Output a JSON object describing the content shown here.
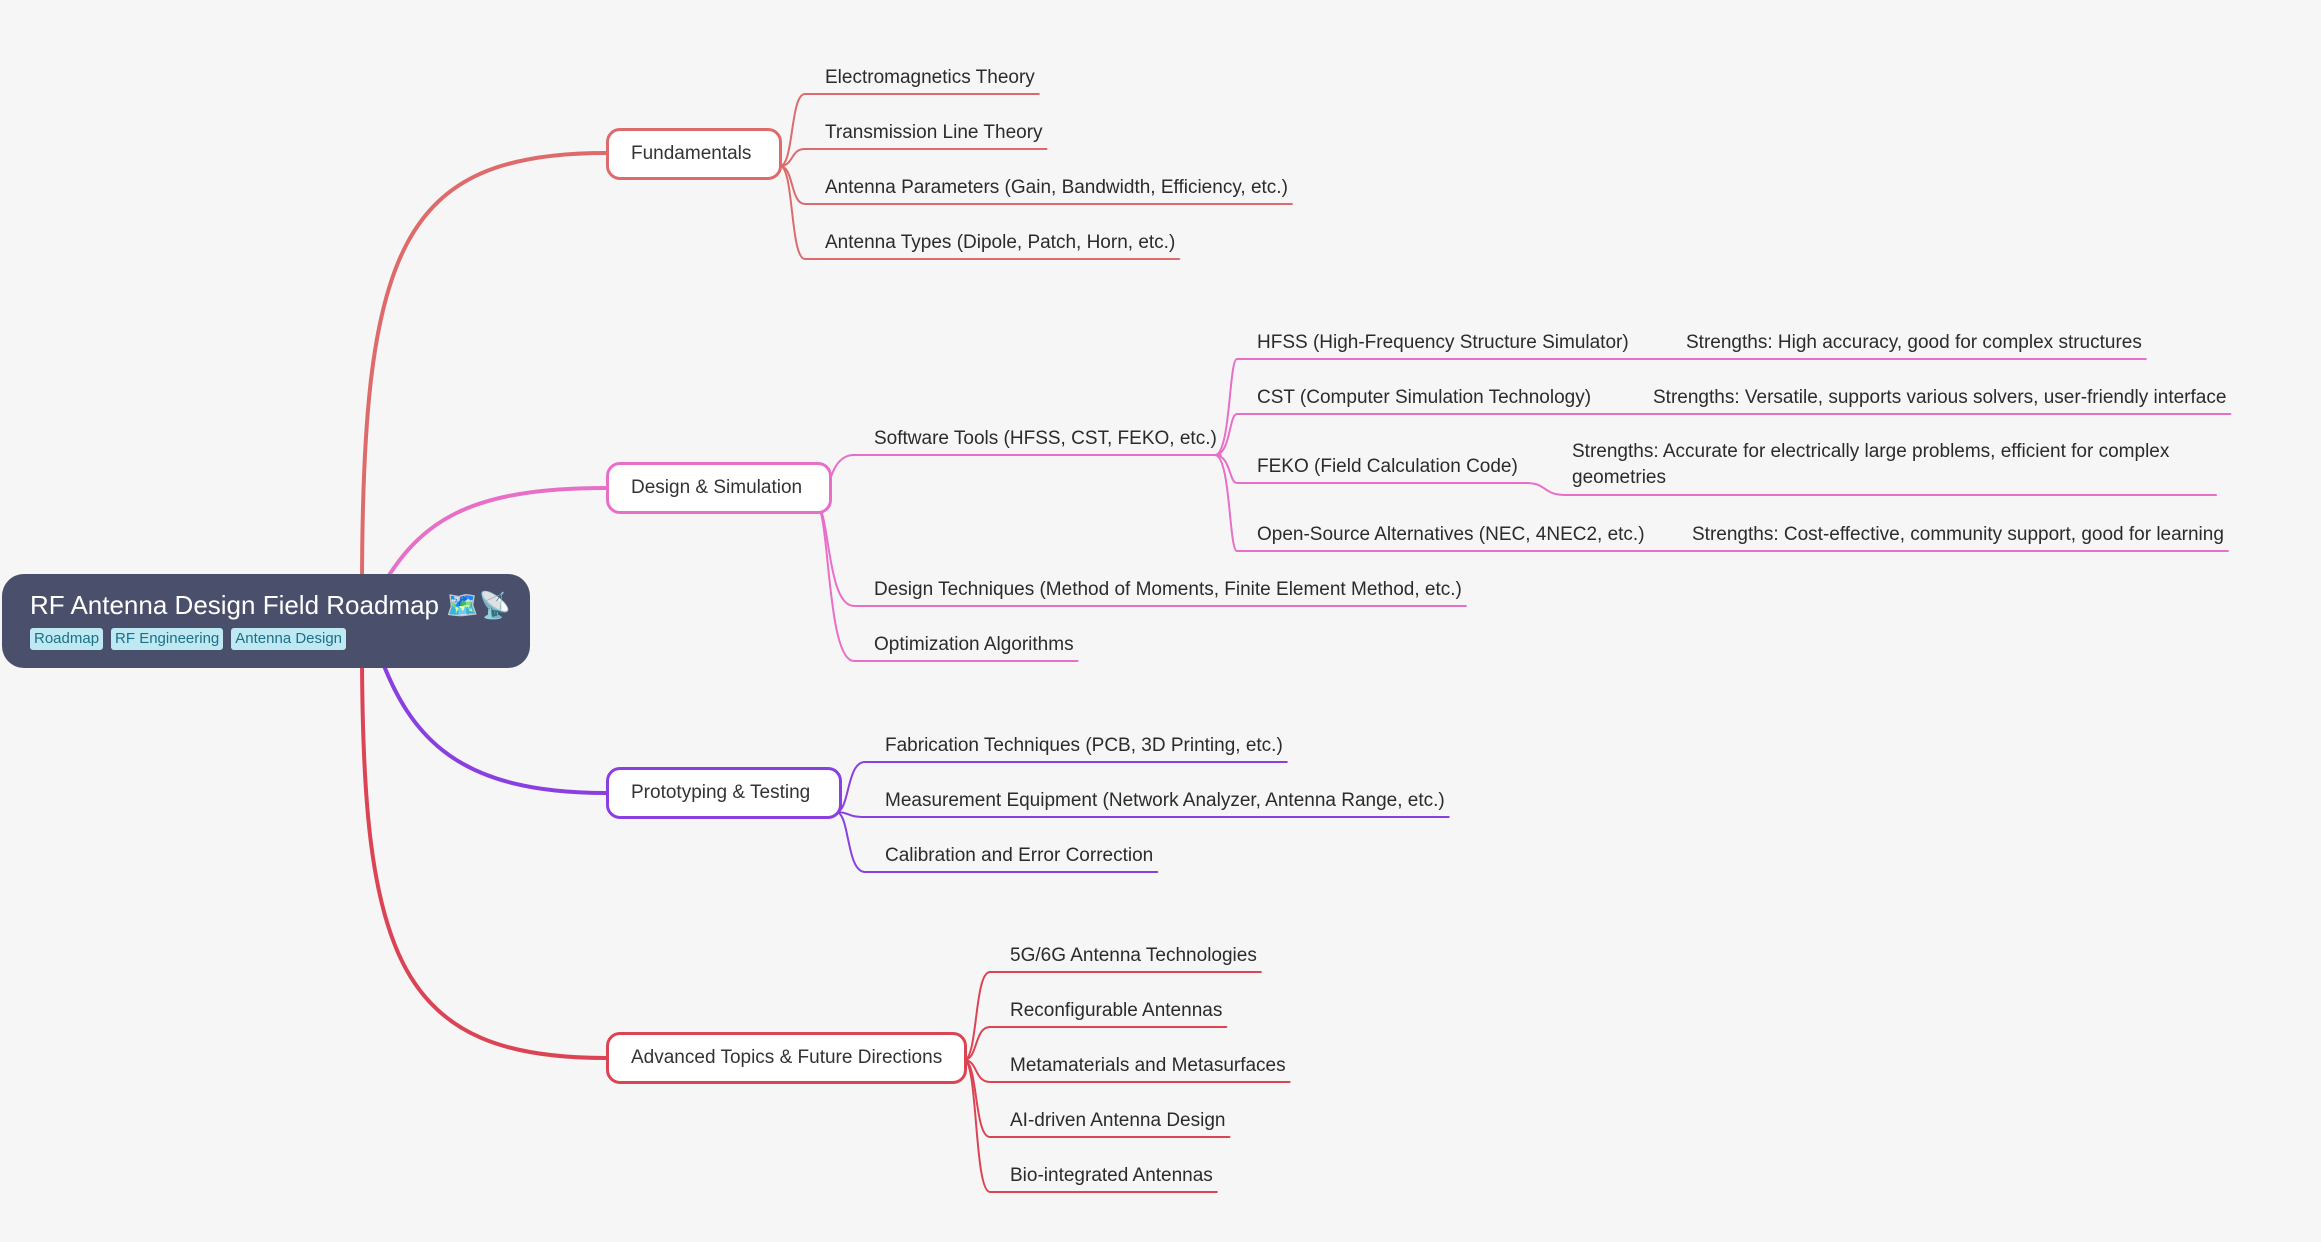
{
  "root": {
    "title": "RF Antenna Design Field Roadmap 🗺️📡",
    "tags": [
      "Roadmap",
      "RF Engineering",
      "Antenna Design"
    ]
  },
  "branches": {
    "fundamentals": {
      "label": "Fundamentals",
      "color": "#de6b6b",
      "children": [
        "Electromagnetics Theory",
        "Transmission Line Theory",
        "Antenna Parameters (Gain, Bandwidth, Efficiency, etc.)",
        "Antenna Types (Dipole, Patch, Horn, etc.)"
      ]
    },
    "design": {
      "label": "Design & Simulation",
      "color": "#e86fc8",
      "children": [
        "Software Tools (HFSS, CST, FEKO, etc.)",
        "Design Techniques (Method of Moments, Finite Element Method, etc.)",
        "Optimization Algorithms"
      ],
      "software_tools": [
        {
          "name": "HFSS (High-Frequency Structure Simulator)",
          "detail": "Strengths: High accuracy, good for complex structures"
        },
        {
          "name": "CST (Computer Simulation Technology)",
          "detail": "Strengths: Versatile, supports various solvers, user-friendly interface"
        },
        {
          "name": "FEKO (Field Calculation Code)",
          "detail": "Strengths: Accurate for electrically large problems, efficient for complex geometries"
        },
        {
          "name": "Open-Source Alternatives (NEC, 4NEC2, etc.)",
          "detail": "Strengths: Cost-effective, community support, good for learning"
        }
      ]
    },
    "prototyping": {
      "label": "Prototyping & Testing",
      "color": "#8a3fe0",
      "children": [
        "Fabrication Techniques (PCB, 3D Printing, etc.)",
        "Measurement Equipment (Network Analyzer, Antenna Range, etc.)",
        "Calibration and Error Correction"
      ]
    },
    "advanced": {
      "label": "Advanced Topics & Future Directions",
      "color": "#db4455",
      "children": [
        "5G/6G Antenna Technologies",
        "Reconfigurable Antennas",
        "Metamaterials and Metasurfaces",
        "AI-driven Antenna Design",
        "Bio-integrated Antennas"
      ]
    }
  }
}
